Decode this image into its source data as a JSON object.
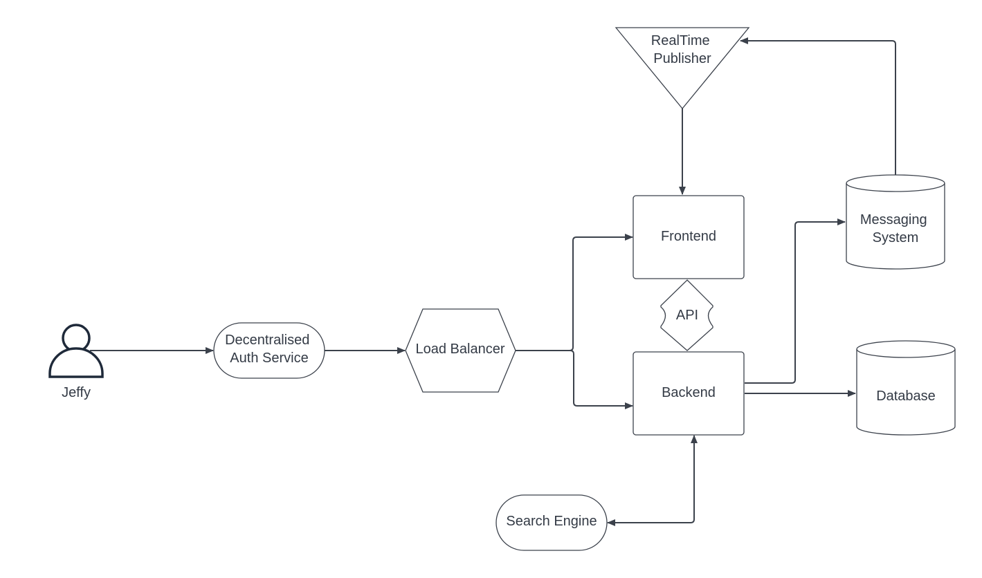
{
  "diagram": {
    "actor": {
      "name": "Jeffy",
      "icon": "user-icon",
      "color": "#1f2a3a"
    },
    "nodes": {
      "auth_service": [
        "Decentralised",
        "Auth Service"
      ],
      "load_balancer": "Load Balancer",
      "frontend": "Frontend",
      "backend": "Backend",
      "api": "API",
      "realtime_publisher": [
        "RealTime",
        "Publisher"
      ],
      "messaging_system": [
        "Messaging",
        "System"
      ],
      "database": "Database",
      "search_engine": "Search Engine"
    },
    "line_color": "#3b414b",
    "text_color": "#333a45"
  }
}
